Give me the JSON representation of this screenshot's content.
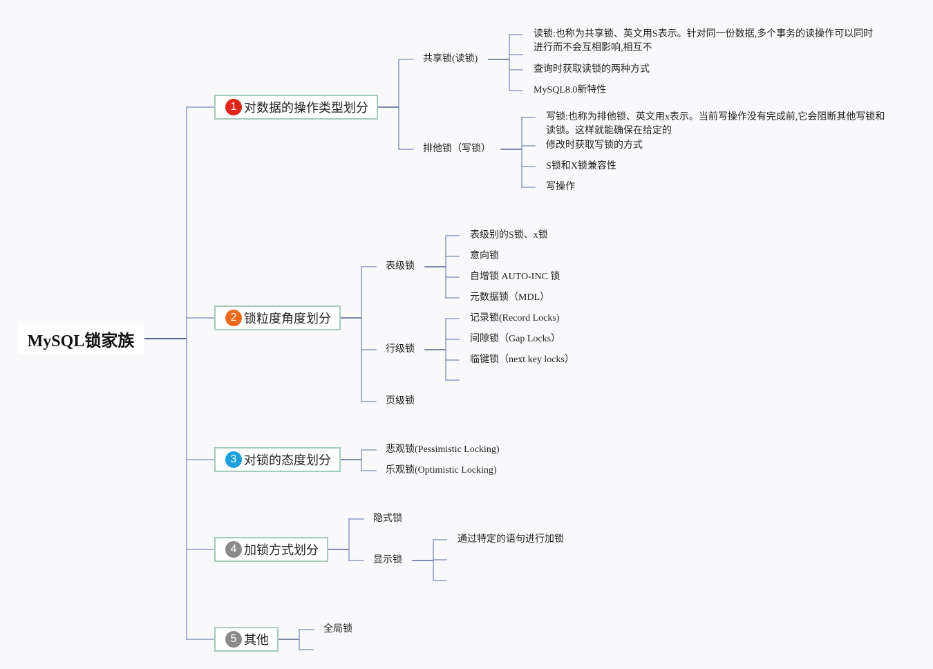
{
  "root": {
    "label": "MySQL锁家族"
  },
  "colors": {
    "line": "#52638c",
    "line_main": "#8b9ac2",
    "badge_1": "#e0261b",
    "badge_2": "#ee6a1b",
    "badge_3": "#1ea0dd",
    "badge_4": "#8a8a8a",
    "badge_5": "#8a8a8a",
    "box_border": "#a5cbb9"
  },
  "categories": [
    {
      "num": "1",
      "label": "对数据的操作类型划分",
      "children": [
        {
          "label": "共享锁(读锁)",
          "leaves": [
            "读锁:也称为共享锁、英文用S表示。针对同一份数据,多个事务的读操作可以同时进行而不会互相影响,相互不",
            "查询时获取读锁的两种方式",
            "MySQL8.0新特性"
          ]
        },
        {
          "label": "排他锁（写锁）",
          "leaves": [
            "写锁:也称为排他锁、英文用x表示。当前写操作没有完成前,它会阻断其他写锁和读锁。这样就能确保在给定的",
            "修改时获取写锁的方式",
            "S锁和X锁兼容性",
            "写操作"
          ]
        }
      ]
    },
    {
      "num": "2",
      "label": "锁粒度角度划分",
      "children": [
        {
          "label": "表级锁",
          "leaves": [
            "表级别的S锁、x锁",
            "意向锁",
            "自增锁 AUTO-INC 锁",
            "元数据锁（MDL）"
          ]
        },
        {
          "label": "行级锁",
          "leaves": [
            "记录锁(Record Locks)",
            "间隙锁（Gap Locks）",
            "临键锁（next key locks）"
          ]
        },
        {
          "label": "页级锁",
          "leaves": []
        }
      ]
    },
    {
      "num": "3",
      "label": "对锁的态度划分",
      "children": [
        {
          "label": "悲观锁(Pessimistic Locking)",
          "leaves": []
        },
        {
          "label": "乐观锁(Optimistic Locking)",
          "leaves": []
        }
      ]
    },
    {
      "num": "4",
      "label": "加锁方式划分",
      "children": [
        {
          "label": "隐式锁",
          "leaves": []
        },
        {
          "label": "显示锁",
          "leaves": [
            "通过特定的语句进行加锁"
          ]
        }
      ]
    },
    {
      "num": "5",
      "label": "其他",
      "children": [
        {
          "label": "全局锁",
          "leaves": []
        }
      ]
    }
  ]
}
